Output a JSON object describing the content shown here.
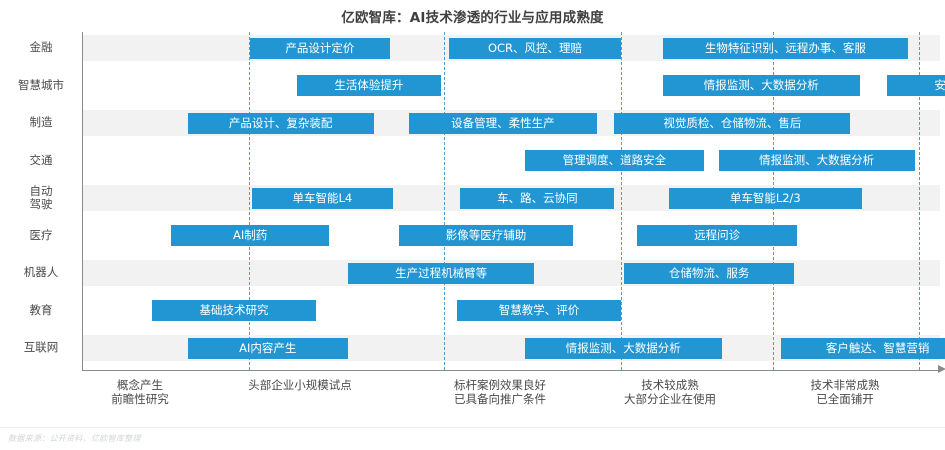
{
  "title": "亿欧智库：AI技术渗透的行业与应用成熟度",
  "footer": "数据来源：公开资料、亿欧智库整理",
  "colors": {
    "bar": "#2196d3",
    "band": "#f2f2f2",
    "band_alt": "#ffffff",
    "gridline": "#2f8fc9",
    "axis": "#8a8a8a",
    "title": "#3f3f3f",
    "label": "#4a4a4a"
  },
  "chart_data": {
    "type": "bar",
    "title": "亿欧智库：AI技术渗透的行业与应用成熟度",
    "xlabel": "",
    "ylabel": "",
    "grid": true,
    "legend": "none",
    "xlim": [
      0,
      5
    ],
    "stage_labels": [
      {
        "line1": "概念产生",
        "line2": "前瞻性研究"
      },
      {
        "line1": "头部企业小规模试点",
        "line2": ""
      },
      {
        "line1": "标杆案例效果良好",
        "line2": "已具备向推广条件"
      },
      {
        "line1": "技术较成熟",
        "line2": "大部分企业在使用"
      },
      {
        "line1": "技术非常成熟",
        "line2": "已全面铺开"
      }
    ],
    "categories": [
      "金融",
      "智慧城市",
      "制造",
      "交通",
      "自动驾驶",
      "医疗",
      "机器人",
      "教育",
      "互联网"
    ],
    "rows": [
      {
        "category": "金融",
        "category_lines": [
          "金融"
        ],
        "bars": [
          {
            "label": "产品设计定价",
            "start": 1.01,
            "end": 1.88
          },
          {
            "label": "OCR、风控、理赔",
            "start": 2.25,
            "end": 3.32
          },
          {
            "label": "生物特征识别、远程办事、客服",
            "start": 3.58,
            "end": 5.11
          }
        ]
      },
      {
        "category": "智慧城市",
        "category_lines": [
          "智慧城市"
        ],
        "bars": [
          {
            "label": "生活体验提升",
            "start": 1.3,
            "end": 2.2
          },
          {
            "label": "情报监测、大数据分析",
            "start": 3.58,
            "end": 4.81
          },
          {
            "label": "安防",
            "start": 4.98,
            "end": 5.71
          }
        ]
      },
      {
        "category": "制造",
        "category_lines": [
          "制造"
        ],
        "bars": [
          {
            "label": "产品设计、复杂装配",
            "start": 0.62,
            "end": 1.78
          },
          {
            "label": "设备管理、柔性生产",
            "start": 2.0,
            "end": 3.17
          },
          {
            "label": "视觉质检、仓储物流、售后",
            "start": 3.28,
            "end": 4.75
          }
        ]
      },
      {
        "category": "交通",
        "category_lines": [
          "交通"
        ],
        "bars": [
          {
            "label": "管理调度、道路安全",
            "start": 2.72,
            "end": 3.84
          },
          {
            "label": "情报监测、大数据分析",
            "start": 3.93,
            "end": 5.15
          }
        ]
      },
      {
        "category": "自动驾驶",
        "category_lines": [
          "自动",
          "驾驶"
        ],
        "bars": [
          {
            "label": "单车智能L4",
            "start": 1.02,
            "end": 1.9
          },
          {
            "label": "车、路、云协同",
            "start": 2.32,
            "end": 3.28
          },
          {
            "label": "单车智能L2/3",
            "start": 3.62,
            "end": 4.82
          }
        ]
      },
      {
        "category": "医疗",
        "category_lines": [
          "医疗"
        ],
        "bars": [
          {
            "label": "AI制药",
            "start": 0.52,
            "end": 1.5
          },
          {
            "label": "影像等医疗辅助",
            "start": 1.94,
            "end": 3.02
          },
          {
            "label": "远程问诊",
            "start": 3.42,
            "end": 4.42
          }
        ]
      },
      {
        "category": "机器人",
        "category_lines": [
          "机器人"
        ],
        "bars": [
          {
            "label": "生产过程机械臂等",
            "start": 1.62,
            "end": 2.78
          },
          {
            "label": "仓储物流、服务",
            "start": 3.34,
            "end": 4.4
          }
        ]
      },
      {
        "category": "教育",
        "category_lines": [
          "教育"
        ],
        "bars": [
          {
            "label": "基础技术研究",
            "start": 0.4,
            "end": 1.42
          },
          {
            "label": "智慧教学、评价",
            "start": 2.3,
            "end": 3.32
          }
        ]
      },
      {
        "category": "互联网",
        "category_lines": [
          "互联网"
        ],
        "bars": [
          {
            "label": "AI内容产生",
            "start": 0.62,
            "end": 1.62
          },
          {
            "label": "情报监测、大数据分析",
            "start": 2.72,
            "end": 3.95
          },
          {
            "label": "客户触达、智慧营销",
            "start": 4.32,
            "end": 5.52
          }
        ]
      }
    ]
  }
}
